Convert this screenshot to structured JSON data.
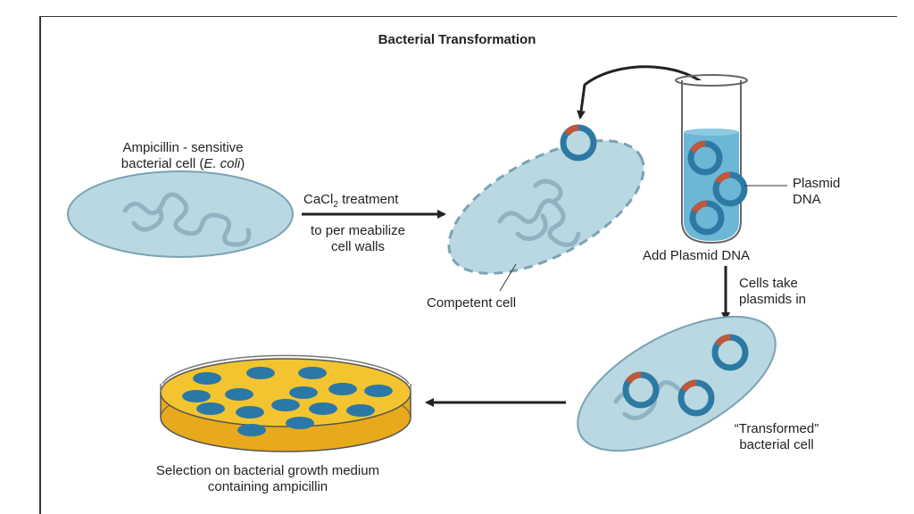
{
  "title": "Bacterial Transformation",
  "labels": {
    "sensitive_line1": "Ampicillin - sensitive",
    "sensitive_line2_pre": "bacterial cell (",
    "sensitive_line2_species": "E. coli",
    "sensitive_line2_post": ")",
    "cacl_prefix": "CaCl",
    "cacl_sub": "2",
    "cacl_suffix": " treatment",
    "permeabilize_line1": "to per meabilize",
    "permeabilize_line2": "cell walls",
    "competent_cell": "Competent cell",
    "plasmid_line1": "Plasmid",
    "plasmid_line2": "DNA",
    "add_plasmid": "Add Plasmid DNA",
    "take_line1": "Cells take",
    "take_line2": "plasmids in",
    "transformed_line1": "“Transformed”",
    "transformed_line2": "bacterial cell",
    "selection_line1": "Selection on bacterial growth medium",
    "selection_line2": "containing ampicillin"
  },
  "colors": {
    "cell_fill": "#b9d8e2",
    "cell_stroke": "#7aa3b3",
    "plasmid_blue": "#2c7aa3",
    "plasmid_red": "#c0563a",
    "tube_liquid": "#6cb6d6",
    "agar": "#f4c430",
    "colony": "#2a78a6"
  }
}
